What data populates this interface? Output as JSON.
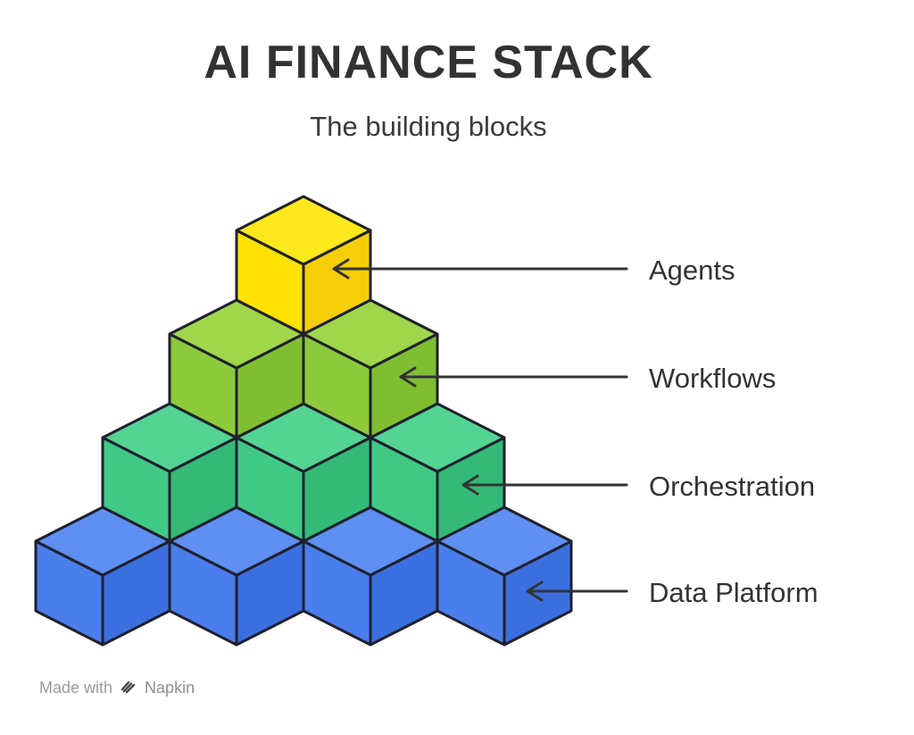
{
  "title": "AI FINANCE STACK",
  "subtitle": "The building blocks",
  "diagram": {
    "type": "isometric-cube-pyramid",
    "outline_color": "#20202e",
    "arrow_color": "#333333",
    "text_color": "#333333",
    "levels": [
      {
        "id": "agents",
        "label": "Agents",
        "cubes": 1,
        "colors": {
          "top": "#FFE81C",
          "left": "#FFE104",
          "right": "#F6CE08"
        }
      },
      {
        "id": "workflows",
        "label": "Workflows",
        "cubes": 2,
        "colors": {
          "top": "#A0D64A",
          "left": "#8DCA3C",
          "right": "#7FBE31"
        }
      },
      {
        "id": "orchestration",
        "label": "Orchestration",
        "cubes": 3,
        "colors": {
          "top": "#53D493",
          "left": "#40C985",
          "right": "#33BA77"
        }
      },
      {
        "id": "data-platform",
        "label": "Data Platform",
        "cubes": 4,
        "colors": {
          "top": "#5E8FF2",
          "left": "#4A7EEC",
          "right": "#3B6FDF"
        }
      }
    ]
  },
  "footer": {
    "made_with": "Made with",
    "brand": "Napkin"
  }
}
